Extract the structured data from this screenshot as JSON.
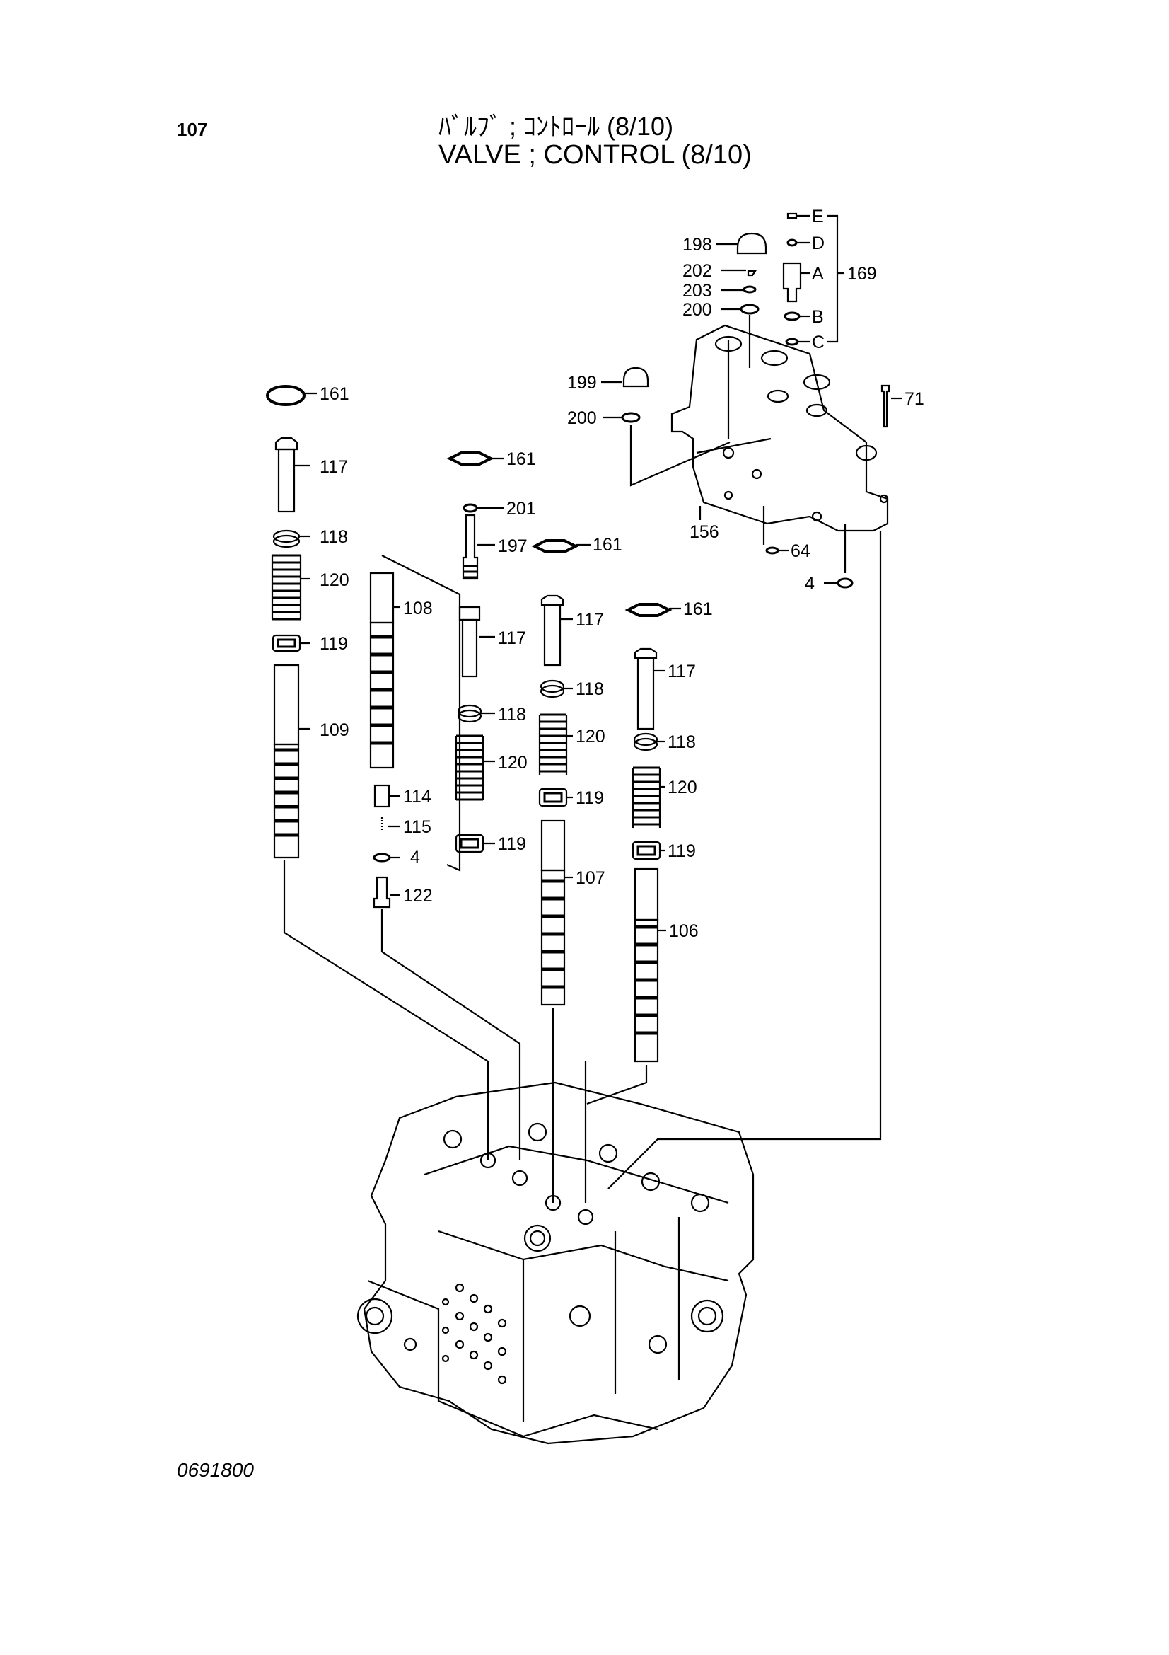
{
  "header": {
    "page_number": "107",
    "title_jp": "ﾊﾞﾙﾌﾞ ; ｺﾝﾄﾛｰﾙ (8/10)",
    "title_en": "VALVE ; CONTROL (8/10)"
  },
  "drawing_number": "0691800",
  "callouts": {
    "c161a": "161",
    "c117a": "117",
    "c118a": "118",
    "c120a": "120",
    "c119a": "119",
    "c109": "109",
    "c108": "108",
    "c114": "114",
    "c115": "115",
    "c4a": "4",
    "c122": "122",
    "c161b": "161",
    "c201": "201",
    "c197": "197",
    "c117b": "117",
    "c118b": "118",
    "c120b": "120",
    "c119b": "119",
    "c161c": "161",
    "c117c": "117",
    "c118c": "118",
    "c120c": "120",
    "c119c": "119",
    "c107": "107",
    "c161d": "161",
    "c117d": "117",
    "c118d": "118",
    "c120d": "120",
    "c119d": "119",
    "c106": "106",
    "c198": "198",
    "c202": "202",
    "c203": "203",
    "c200a": "200",
    "c199": "199",
    "c200b": "200",
    "cE": "E",
    "cD": "D",
    "cA": "A",
    "cB": "B",
    "cC": "C",
    "c169": "169",
    "c71": "71",
    "c156": "156",
    "c64": "64",
    "c4b": "4"
  }
}
